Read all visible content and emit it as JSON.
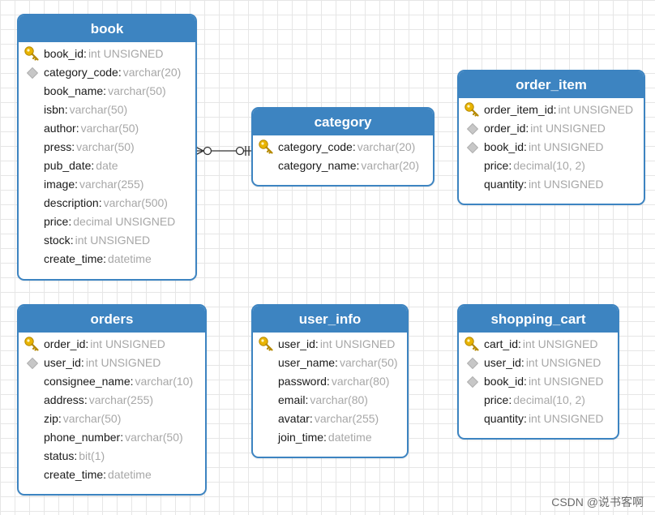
{
  "tables": {
    "book": {
      "title": "book",
      "fields": [
        {
          "name": "book_id",
          "type": "int UNSIGNED",
          "key": "pk"
        },
        {
          "name": "category_code",
          "type": "varchar(20)",
          "key": "fk"
        },
        {
          "name": "book_name",
          "type": "varchar(50)",
          "key": ""
        },
        {
          "name": "isbn",
          "type": "varchar(50)",
          "key": ""
        },
        {
          "name": "author",
          "type": "varchar(50)",
          "key": ""
        },
        {
          "name": "press",
          "type": "varchar(50)",
          "key": ""
        },
        {
          "name": "pub_date",
          "type": "date",
          "key": ""
        },
        {
          "name": "image",
          "type": "varchar(255)",
          "key": ""
        },
        {
          "name": "description",
          "type": "varchar(500)",
          "key": ""
        },
        {
          "name": "price",
          "type": "decimal UNSIGNED",
          "key": ""
        },
        {
          "name": "stock",
          "type": "int UNSIGNED",
          "key": ""
        },
        {
          "name": "create_time",
          "type": "datetime",
          "key": ""
        }
      ]
    },
    "category": {
      "title": "category",
      "fields": [
        {
          "name": "category_code",
          "type": "varchar(20)",
          "key": "pk"
        },
        {
          "name": "category_name",
          "type": "varchar(20)",
          "key": ""
        }
      ]
    },
    "order_item": {
      "title": "order_item",
      "fields": [
        {
          "name": "order_item_id",
          "type": "int UNSIGNED",
          "key": "pk"
        },
        {
          "name": "order_id",
          "type": "int UNSIGNED",
          "key": "fk"
        },
        {
          "name": "book_id",
          "type": "int UNSIGNED",
          "key": "fk"
        },
        {
          "name": "price",
          "type": "decimal(10, 2)",
          "key": ""
        },
        {
          "name": "quantity",
          "type": "int UNSIGNED",
          "key": ""
        }
      ]
    },
    "orders": {
      "title": "orders",
      "fields": [
        {
          "name": "order_id",
          "type": "int UNSIGNED",
          "key": "pk"
        },
        {
          "name": "user_id",
          "type": "int UNSIGNED",
          "key": "fk"
        },
        {
          "name": "consignee_name",
          "type": "varchar(10)",
          "key": ""
        },
        {
          "name": "address",
          "type": "varchar(255)",
          "key": ""
        },
        {
          "name": "zip",
          "type": "varchar(50)",
          "key": ""
        },
        {
          "name": "phone_number",
          "type": "varchar(50)",
          "key": ""
        },
        {
          "name": "status",
          "type": "bit(1)",
          "key": ""
        },
        {
          "name": "create_time",
          "type": "datetime",
          "key": ""
        }
      ]
    },
    "user_info": {
      "title": "user_info",
      "fields": [
        {
          "name": "user_id",
          "type": "int UNSIGNED",
          "key": "pk"
        },
        {
          "name": "user_name",
          "type": "varchar(50)",
          "key": ""
        },
        {
          "name": "password",
          "type": "varchar(80)",
          "key": ""
        },
        {
          "name": "email",
          "type": "varchar(80)",
          "key": ""
        },
        {
          "name": "avatar",
          "type": "varchar(255)",
          "key": ""
        },
        {
          "name": "join_time",
          "type": "datetime",
          "key": ""
        }
      ]
    },
    "shopping_cart": {
      "title": "shopping_cart",
      "fields": [
        {
          "name": "cart_id",
          "type": "int UNSIGNED",
          "key": "pk"
        },
        {
          "name": "user_id",
          "type": "int UNSIGNED",
          "key": "fk"
        },
        {
          "name": "book_id",
          "type": "int UNSIGNED",
          "key": "fk"
        },
        {
          "name": "price",
          "type": "decimal(10, 2)",
          "key": ""
        },
        {
          "name": "quantity",
          "type": "int UNSIGNED",
          "key": ""
        }
      ]
    }
  },
  "relationships": [
    {
      "from": "book",
      "from_cardinality": "zero-or-many",
      "to": "category",
      "to_cardinality": "exactly-one"
    }
  ],
  "icons": {
    "primary_key": "key-icon",
    "foreign_key": "diamond-icon"
  },
  "colors": {
    "header": "#3d84c1",
    "border": "#3d84c1",
    "type_text": "#a7a7a7",
    "key_gold": "#e9b400",
    "fk_gray": "#c7c7c7",
    "grid": "#e6e6e6"
  },
  "watermark": "CSDN @说书客啊"
}
